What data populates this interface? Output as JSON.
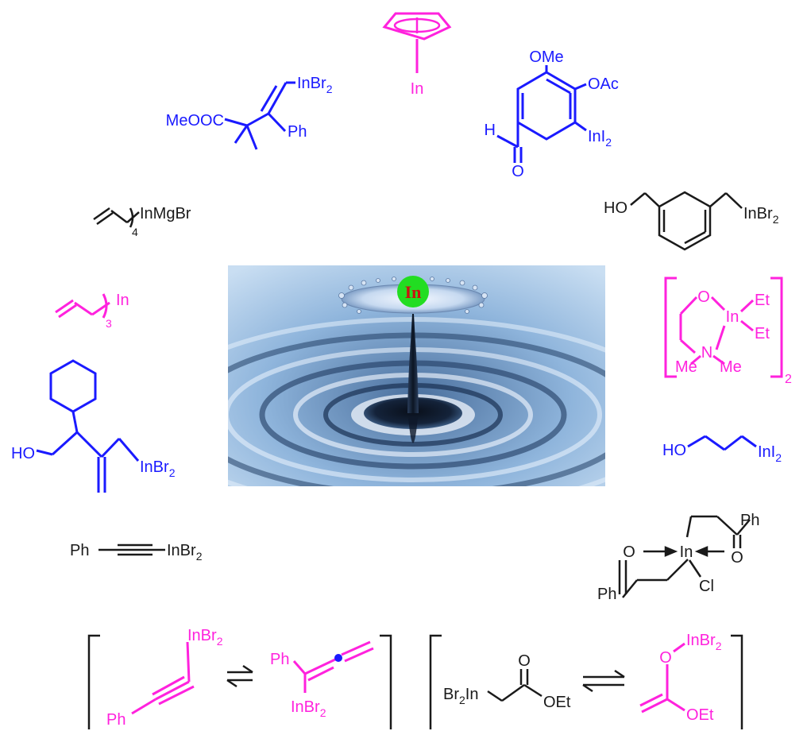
{
  "colors": {
    "blue": "#1a1aff",
    "magenta": "#ff22dd",
    "black": "#1a1a1a",
    "drop_green": "#22dd22",
    "drop_label": "#cc1111",
    "water_dark": "#1c3c66",
    "water_light": "#9fc3e6"
  },
  "center_image": {
    "element_label": "In"
  },
  "compounds": {
    "cp_indium": {
      "label": "In"
    },
    "vinyl_indium": {
      "label": "InBr",
      "sub": "2",
      "ester": "MeOOC",
      "phenyl": "Ph"
    },
    "aryl_indium": {
      "methoxy": "OMe",
      "acetoxy": "OAc",
      "label": "InI",
      "sub": "2",
      "hydrogen": "H",
      "oxygen": "O"
    },
    "pentenyl_indium": {
      "label": "InMgBr",
      "sub": "4"
    },
    "benzyl_indium": {
      "hydroxy": "HO",
      "label": "InBr",
      "sub": "2"
    },
    "triallyl_indium": {
      "label": "In",
      "sub": "3"
    },
    "chelate_indium": {
      "oxygen": "O",
      "metal": "In",
      "ethyl1": "Et",
      "ethyl2": "Et",
      "nitrogen": "N",
      "methyl1": "Me",
      "methyl2": "Me",
      "sub": "2"
    },
    "cyclohexyl_indium": {
      "hydroxy": "HO",
      "label": "InBr",
      "sub": "2"
    },
    "propyl_indium": {
      "hydroxy": "HO",
      "label": "InI",
      "sub": "2"
    },
    "alkynyl_indium": {
      "phenyl": "Ph",
      "label": "InBr",
      "sub": "2"
    },
    "ketone_indium": {
      "phenyl1": "Ph",
      "oxygen1": "O",
      "metal": "In",
      "oxygen2": "O",
      "chloride": "Cl",
      "phenyl2": "Ph"
    },
    "propargyl_allenyl": {
      "label1": "InBr",
      "sub1": "2",
      "phenyl1": "Ph",
      "phenyl2": "Ph",
      "label2": "InBr",
      "sub2": "2"
    },
    "reformatsky": {
      "metal_prefix": "Br",
      "sub1": "2",
      "metal_suffix": "In",
      "oxygen": "O",
      "ethoxy1": "OEt",
      "oxygen2": "O",
      "label": "InBr",
      "sub2": "2",
      "ethoxy2": "OEt"
    }
  }
}
